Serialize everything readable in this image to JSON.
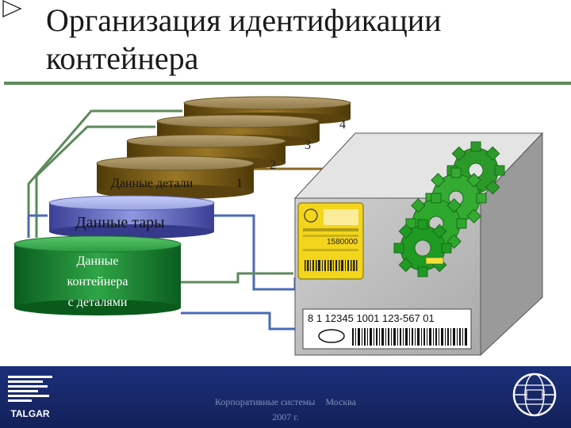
{
  "slide": {
    "title": "Организация идентификации контейнера",
    "title_line1": "Организация идентификации",
    "title_line2": "контейнера"
  },
  "cylinders": {
    "parts": {
      "label": "Данные детали",
      "number": "1"
    },
    "layer2": {
      "number": "2"
    },
    "layer3": {
      "number": "3"
    },
    "layer4": {
      "number": "4"
    },
    "tare": {
      "label": "Данные тары"
    },
    "container": {
      "line1": "Данные",
      "line2": "контейнера",
      "line3": "с деталями"
    }
  },
  "labels": {
    "barcode_number": "8 1 12345 1001 123-567 01",
    "yellow_label_number": "1580000"
  },
  "footer": {
    "company": "TALGAR",
    "text": "Корпоративные системы",
    "location": "Москва",
    "year": "2007 г."
  },
  "colors": {
    "rule": "#5d8a5b",
    "footer": "#172766",
    "brown_cylinder": "#7a5a14",
    "blue_cylinder": "#5b63b8",
    "green_cylinder": "#1f8a35",
    "gear": "#1e9a24",
    "box": "#bdbdbd"
  }
}
